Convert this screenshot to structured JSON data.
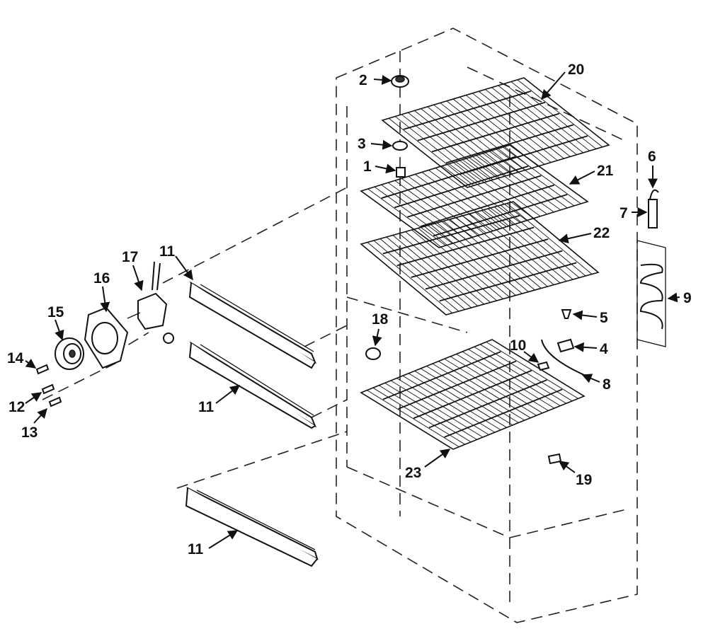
{
  "callouts": [
    {
      "id": "c1",
      "text": "1"
    },
    {
      "id": "c2",
      "text": "2"
    },
    {
      "id": "c3",
      "text": "3"
    },
    {
      "id": "c4",
      "text": "4"
    },
    {
      "id": "c5",
      "text": "5"
    },
    {
      "id": "c6",
      "text": "6"
    },
    {
      "id": "c7",
      "text": "7"
    },
    {
      "id": "c8",
      "text": "8"
    },
    {
      "id": "c9",
      "text": "9"
    },
    {
      "id": "c10",
      "text": "10"
    },
    {
      "id": "c11a",
      "text": "11"
    },
    {
      "id": "c11b",
      "text": "11"
    },
    {
      "id": "c11c",
      "text": "11"
    },
    {
      "id": "c12",
      "text": "12"
    },
    {
      "id": "c13",
      "text": "13"
    },
    {
      "id": "c14",
      "text": "14"
    },
    {
      "id": "c15",
      "text": "15"
    },
    {
      "id": "c16",
      "text": "16"
    },
    {
      "id": "c17",
      "text": "17"
    },
    {
      "id": "c18",
      "text": "18"
    },
    {
      "id": "c19",
      "text": "19"
    },
    {
      "id": "c20",
      "text": "20"
    },
    {
      "id": "c21",
      "text": "21"
    },
    {
      "id": "c22",
      "text": "22"
    },
    {
      "id": "c23",
      "text": "23"
    }
  ]
}
